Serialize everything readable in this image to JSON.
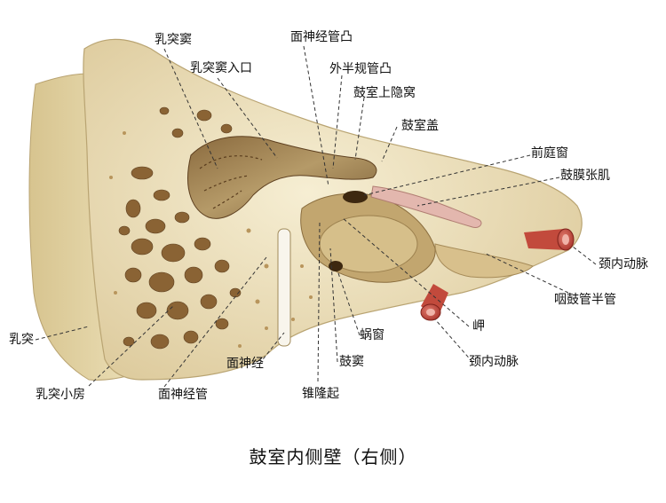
{
  "labels": {
    "mastoid_antrum": "乳突窦",
    "antrum_entrance": "乳突窦入口",
    "facial_canal_prominence": "面神经管凸",
    "lateral_semicircular_canal_prominence": "外半规管凸",
    "epitympanic_recess": "鼓室上隐窝",
    "tegmen_tympani": "鼓室盖",
    "oval_window": "前庭窗",
    "tensor_tympani": "鼓膜张肌",
    "internal_carotid_artery_top": "颈内动脉",
    "pharyngotympanic_tube_semicanal": "咽鼓管半管",
    "promontory": "岬",
    "internal_carotid_artery_bottom": "颈内动脉",
    "round_window": "蜗窗",
    "tympanic_sinus": "鼓窦",
    "pyramidal_eminence": "锥隆起",
    "facial_nerve": "面神经",
    "facial_canal": "面神经管",
    "mastoid_process": "乳突",
    "mastoid_cells": "乳突小房"
  },
  "caption": "鼓室内侧壁（右侧）",
  "colors": {
    "bone": "#efe4c2",
    "bone_shadow": "#d8c596",
    "cavity": "#6b4a26",
    "artery": "#c94a3c",
    "muscle": "#d9a9a0",
    "leader": "#333333"
  }
}
